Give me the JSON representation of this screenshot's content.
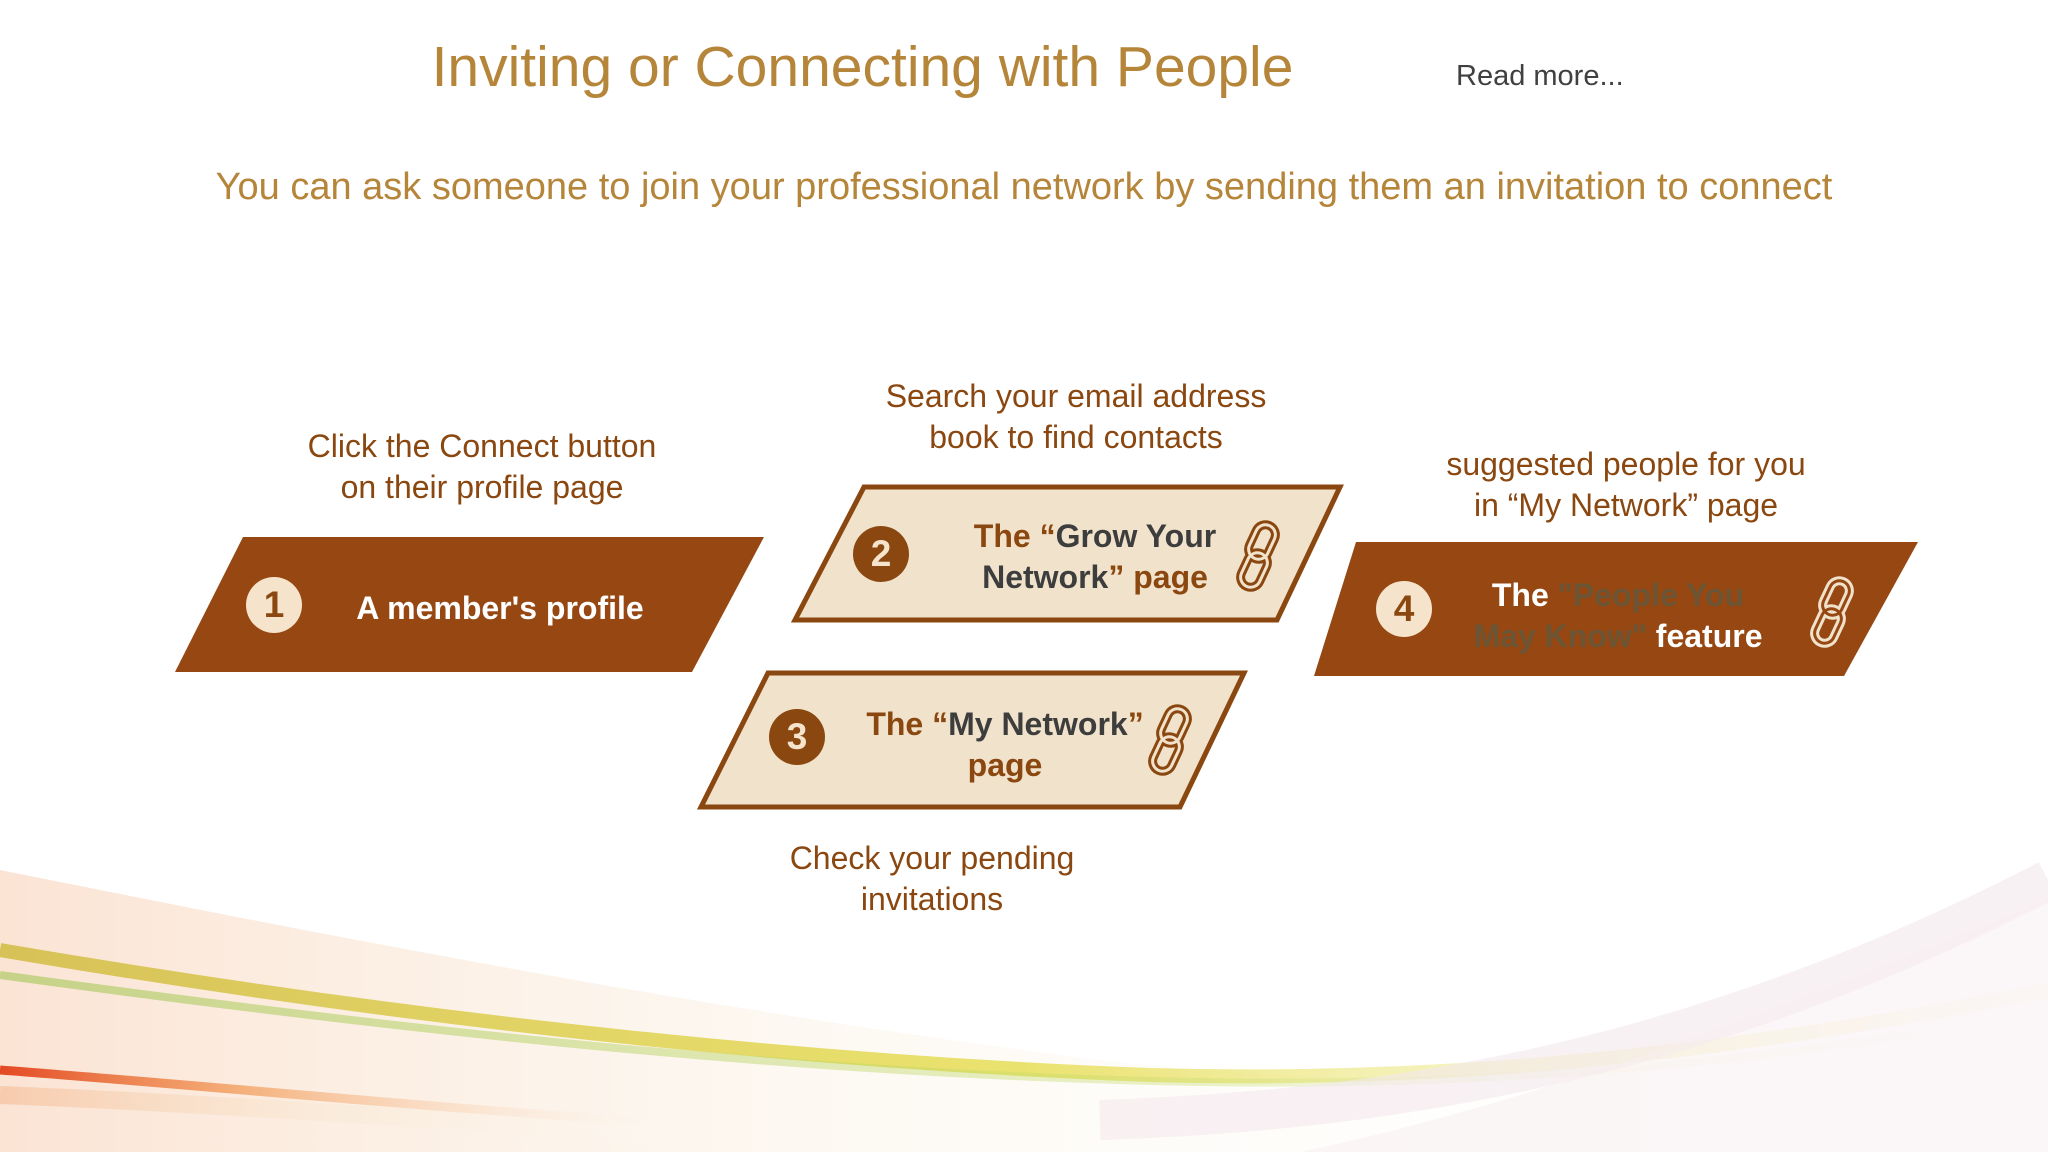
{
  "title": "Inviting or Connecting with People",
  "read_more": "Read more...",
  "subtitle": "You can ask someone to join your professional network by sending them an invitation to connect",
  "colors": {
    "accent_gold": "#b5853a",
    "brown": "#8a4710",
    "dark_fill": "#964712",
    "light_fill": "#f1e2cb",
    "light_text": "#f5e4cb"
  },
  "steps": [
    {
      "number": "1",
      "caption": [
        "Click the Connect button",
        "on their profile page"
      ],
      "label": "A member's profile"
    },
    {
      "number": "2",
      "caption": [
        "Search your email address",
        "book to find contacts"
      ],
      "label_parts": [
        "The “",
        "Grow Your",
        "Network",
        "” page"
      ],
      "icon": "chain-link-icon"
    },
    {
      "number": "3",
      "caption": [
        "Check your pending",
        "invitations"
      ],
      "label_parts": [
        "The “",
        "My Network",
        "”",
        "page"
      ],
      "icon": "chain-link-icon"
    },
    {
      "number": "4",
      "caption": [
        "suggested people for you",
        "in “My Network” page"
      ],
      "label_parts": [
        "The ",
        "\"People You",
        "May Know\"",
        " feature"
      ],
      "icon": "chain-link-icon"
    }
  ]
}
